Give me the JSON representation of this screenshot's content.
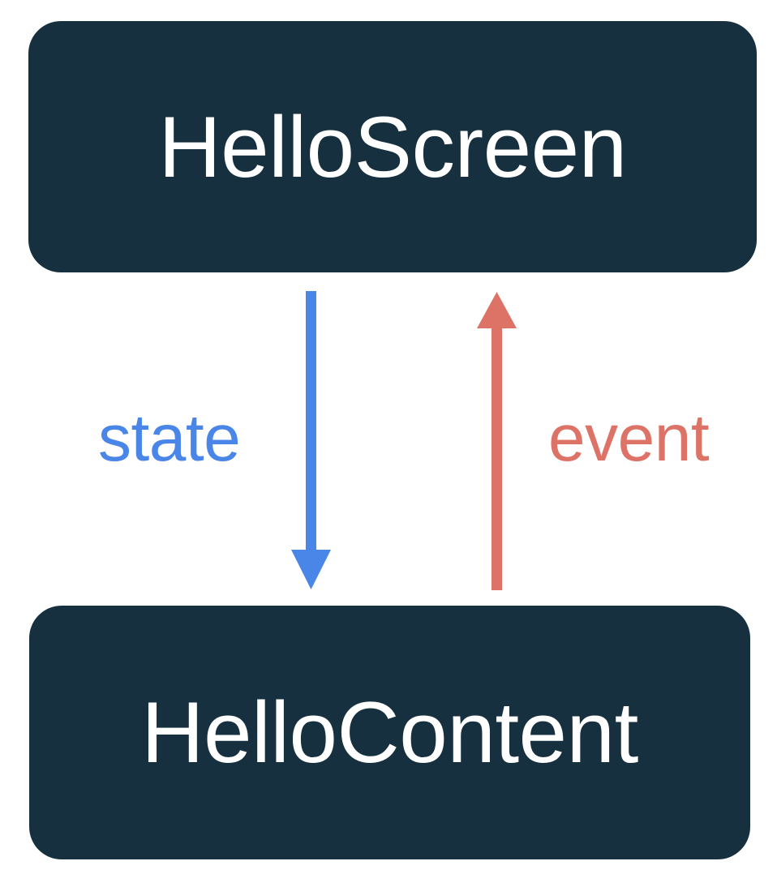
{
  "diagram": {
    "title": "HelloScreen / HelloContent state-event flow",
    "type": "flow-diagram",
    "background_color": "#ffffff",
    "nodes": [
      {
        "id": "hello-screen",
        "label": "HelloScreen",
        "shape": "rounded-rectangle",
        "fill_color": "#16303f",
        "text_color": "#ffffff",
        "position": "top"
      },
      {
        "id": "hello-content",
        "label": "HelloContent",
        "shape": "rounded-rectangle",
        "fill_color": "#16303f",
        "text_color": "#ffffff",
        "position": "bottom"
      }
    ],
    "edges": [
      {
        "id": "state-edge",
        "label": "state",
        "from": "hello-screen",
        "to": "hello-content",
        "direction": "down",
        "color": "#4a86e8",
        "arrowhead": "filled-triangle"
      },
      {
        "id": "event-edge",
        "label": "event",
        "from": "hello-content",
        "to": "hello-screen",
        "direction": "up",
        "color": "#dd7366",
        "arrowhead": "filled-triangle"
      }
    ]
  }
}
